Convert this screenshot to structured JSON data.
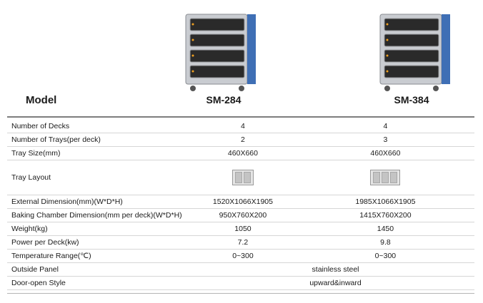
{
  "header": {
    "model_label": "Model",
    "models": [
      "SM-284",
      "SM-384"
    ]
  },
  "rows": [
    {
      "label": "Number of Decks",
      "v1": "4",
      "v2": "4"
    },
    {
      "label": "Number of Trays(per deck)",
      "v1": "2",
      "v2": "3"
    },
    {
      "label": "Tray Size(mm)",
      "v1": "460X660",
      "v2": "460X660"
    },
    {
      "label": "Tray Layout",
      "v1_trays": 2,
      "v2_trays": 3
    },
    {
      "label": "External Dimension(mm)(W*D*H)",
      "v1": "1520X1066X1905",
      "v2": "1985X1066X1905"
    },
    {
      "label": "Baking Chamber Dimension(mm per deck)(W*D*H)",
      "v1": "950X760X200",
      "v2": "1415X760X200"
    },
    {
      "label": "Weight(kg)",
      "v1": "1050",
      "v2": "1450"
    },
    {
      "label": "Power per Deck(kw)",
      "v1": "7.2",
      "v2": "9.8"
    },
    {
      "label": "Temperature Range(℃)",
      "v1": "0~300",
      "v2": "0~300"
    },
    {
      "label": "Outside Panel",
      "shared": "stainless steel"
    },
    {
      "label": "Door-open Style",
      "shared": "upward&inward"
    }
  ],
  "colors": {
    "oven_body": "#c9ccd1",
    "oven_panel": "#3f6fb5",
    "door_glass": "#2a2a2a"
  }
}
